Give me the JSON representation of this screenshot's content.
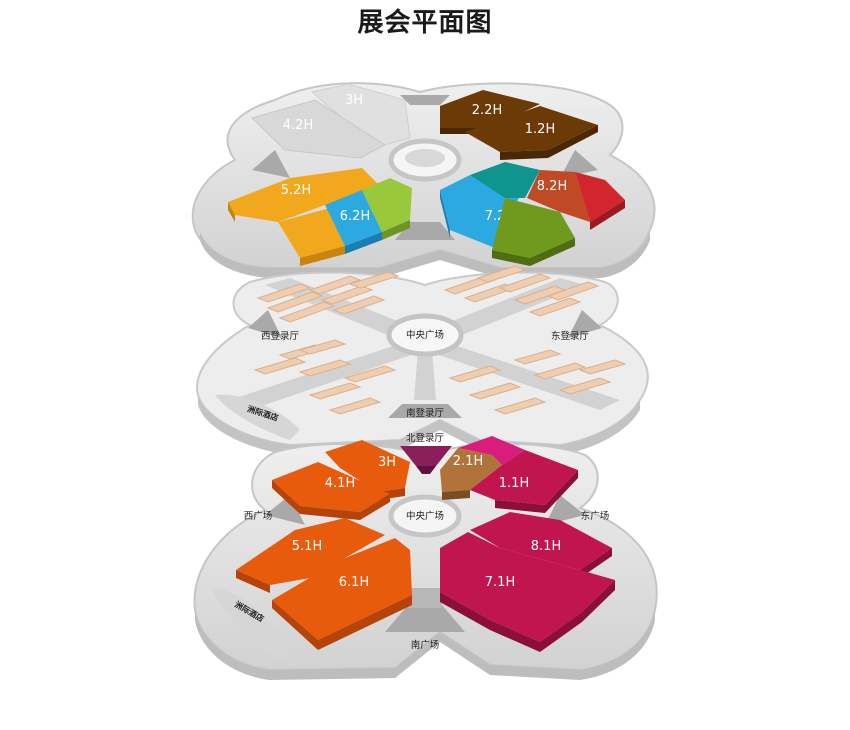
{
  "title": "展会平面图",
  "floors": {
    "upper": {
      "halls": [
        {
          "id": "3H",
          "label": "3H"
        },
        {
          "id": "4.2H",
          "label": "4.2H"
        },
        {
          "id": "2.2H",
          "label": "2.2H"
        },
        {
          "id": "1.2H",
          "label": "1.2H"
        },
        {
          "id": "5.2H",
          "label": "5.2H"
        },
        {
          "id": "6.2H",
          "label": "6.2H"
        },
        {
          "id": "7.2H",
          "label": "7.2H"
        },
        {
          "id": "8.2H",
          "label": "8.2H"
        }
      ]
    },
    "middle": {
      "places": {
        "central_plaza": "中央广场",
        "west_lobby": "西登录厅",
        "east_lobby": "东登录厅",
        "south_lobby": "南登录厅",
        "hotel": "洲际酒店"
      }
    },
    "lower": {
      "halls": [
        {
          "id": "3H",
          "label": "3H"
        },
        {
          "id": "4.1H",
          "label": "4.1H"
        },
        {
          "id": "2.1H",
          "label": "2.1H"
        },
        {
          "id": "1.1H",
          "label": "1.1H"
        },
        {
          "id": "5.1H",
          "label": "5.1H"
        },
        {
          "id": "6.1H",
          "label": "6.1H"
        },
        {
          "id": "7.1H",
          "label": "7.1H"
        },
        {
          "id": "8.1H",
          "label": "8.1H"
        }
      ],
      "places": {
        "north_lobby": "北登录厅",
        "central_plaza": "中央广场",
        "west_plaza": "西广场",
        "east_plaza": "东广场",
        "south_plaza": "南广场",
        "hotel": "洲际酒店"
      }
    }
  },
  "colors": {
    "grey_hall": "#d9d9d9",
    "brown": "#6b3a06",
    "yellow": "#f2a81c",
    "blue": "#2da9e1",
    "lime": "#9ac83b",
    "green": "#6f9a1d",
    "teal": "#0f958e",
    "rust": "#c04a26",
    "red": "#d2262e",
    "orange": "#e85a0c",
    "magenta": "#c1154f",
    "pink": "#d81e7a",
    "tan": "#b0743a",
    "purple": "#8a1e5b",
    "booth": "#efcdb1"
  }
}
